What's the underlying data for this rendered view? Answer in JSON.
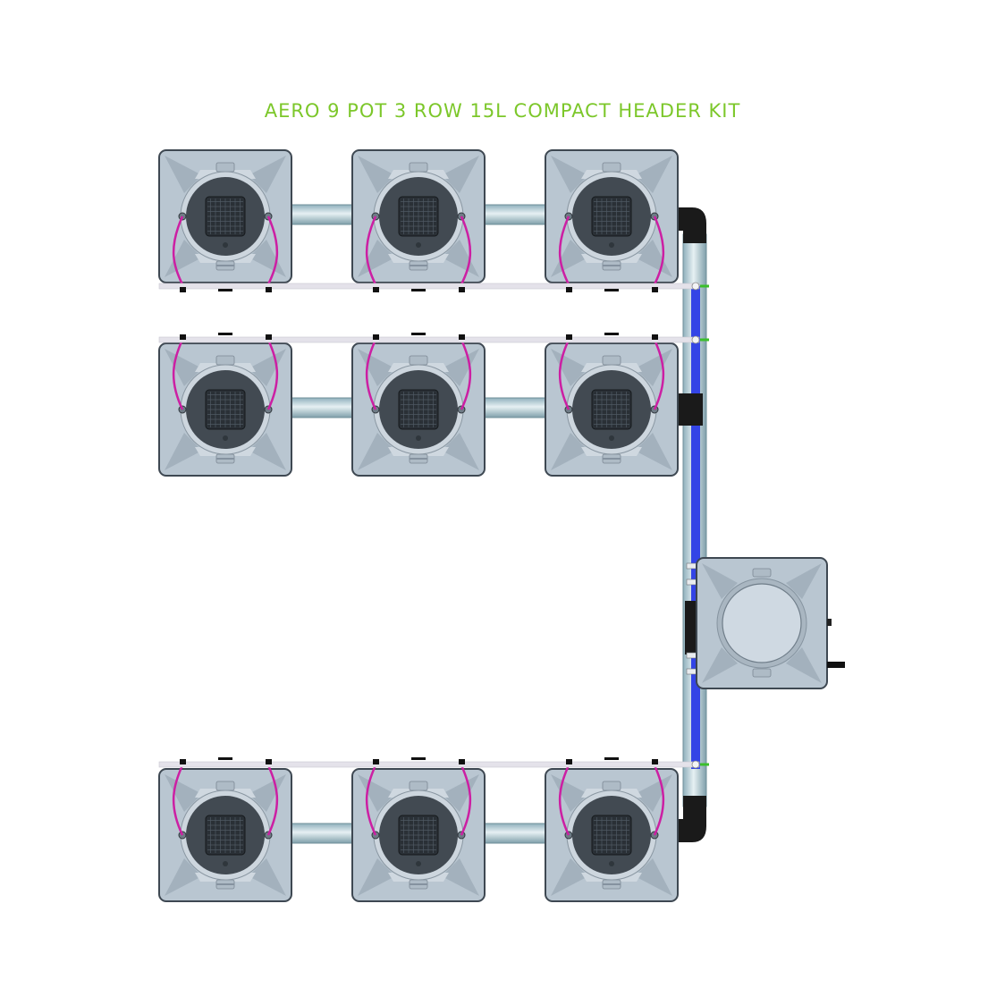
{
  "title": "AERO 9 POT 3 ROW 15L COMPACT HEADER KIT",
  "colors": {
    "title": "#7cc72a",
    "pot_body": "#b9c6d1",
    "pot_edge": "#3e4852",
    "lid": "#424a52",
    "basket": "#2a3036",
    "drip_line": "#cc1fa3",
    "feed_tube": "#e4e2ea",
    "link_pipe": "#a8c2cc",
    "header_pipe": "#3344e6",
    "fitting": "#1a1a1a",
    "connector": "#3bbf2a"
  },
  "layout": {
    "rows": 3,
    "pots_per_row": 3,
    "reservoir_count": 1
  },
  "icons": {
    "pot": "aero-pot-icon",
    "reservoir": "reservoir-tank-icon"
  }
}
